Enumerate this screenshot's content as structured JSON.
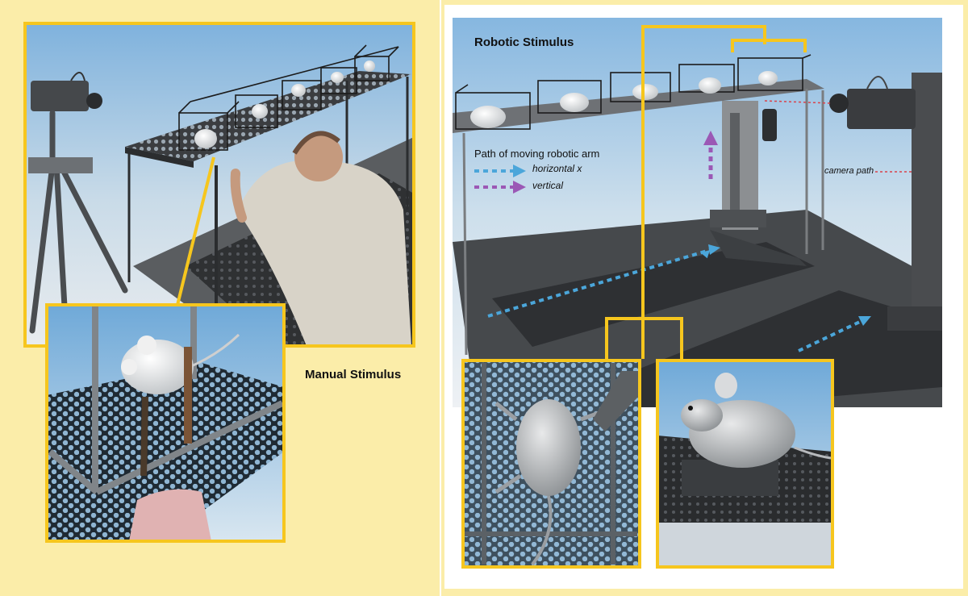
{
  "manual_panel": {
    "title": "Manual Stimulus"
  },
  "robotic_panel": {
    "title": "Robotic Stimulus",
    "legend": {
      "title": "Path of moving robotic arm",
      "horizontal_label": "horizontal x",
      "vertical_label": "vertical"
    },
    "camera_path_label": "camera path"
  },
  "colors": {
    "frame_yellow": "#F6C61E",
    "panel_cream": "#FBEDA9",
    "arrow_horizontal": "#4BA6DA",
    "arrow_vertical": "#9B58B5",
    "camera_path": "#D9434B",
    "sky": "#A9CCE6"
  },
  "icons": [
    "camera-icon",
    "tripod-icon",
    "mouse-icon",
    "robotic-arm-icon",
    "mesh-platform-icon"
  ]
}
